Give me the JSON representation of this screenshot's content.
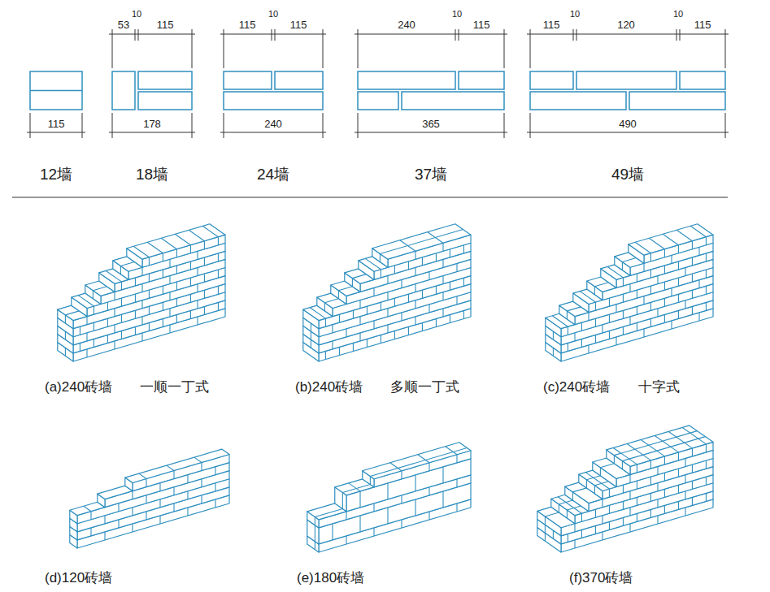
{
  "diagram": {
    "labels": [
      "10",
      "53",
      "115",
      "10",
      "115",
      "115",
      "10",
      "240",
      "115",
      "10",
      "10",
      "115",
      "120",
      "115",
      "115",
      "178",
      "240",
      "365",
      "490",
      "12墙",
      "18墙",
      "24墙",
      "37墙",
      "49墙",
      "(a)240砖墙",
      "一顺一丁式",
      "(b)240砖墙",
      "多顺一丁式",
      "(c)240砖墙",
      "十字式",
      "(d)120砖墙",
      "(e)180砖墙",
      "(f)370砖墙"
    ]
  }
}
